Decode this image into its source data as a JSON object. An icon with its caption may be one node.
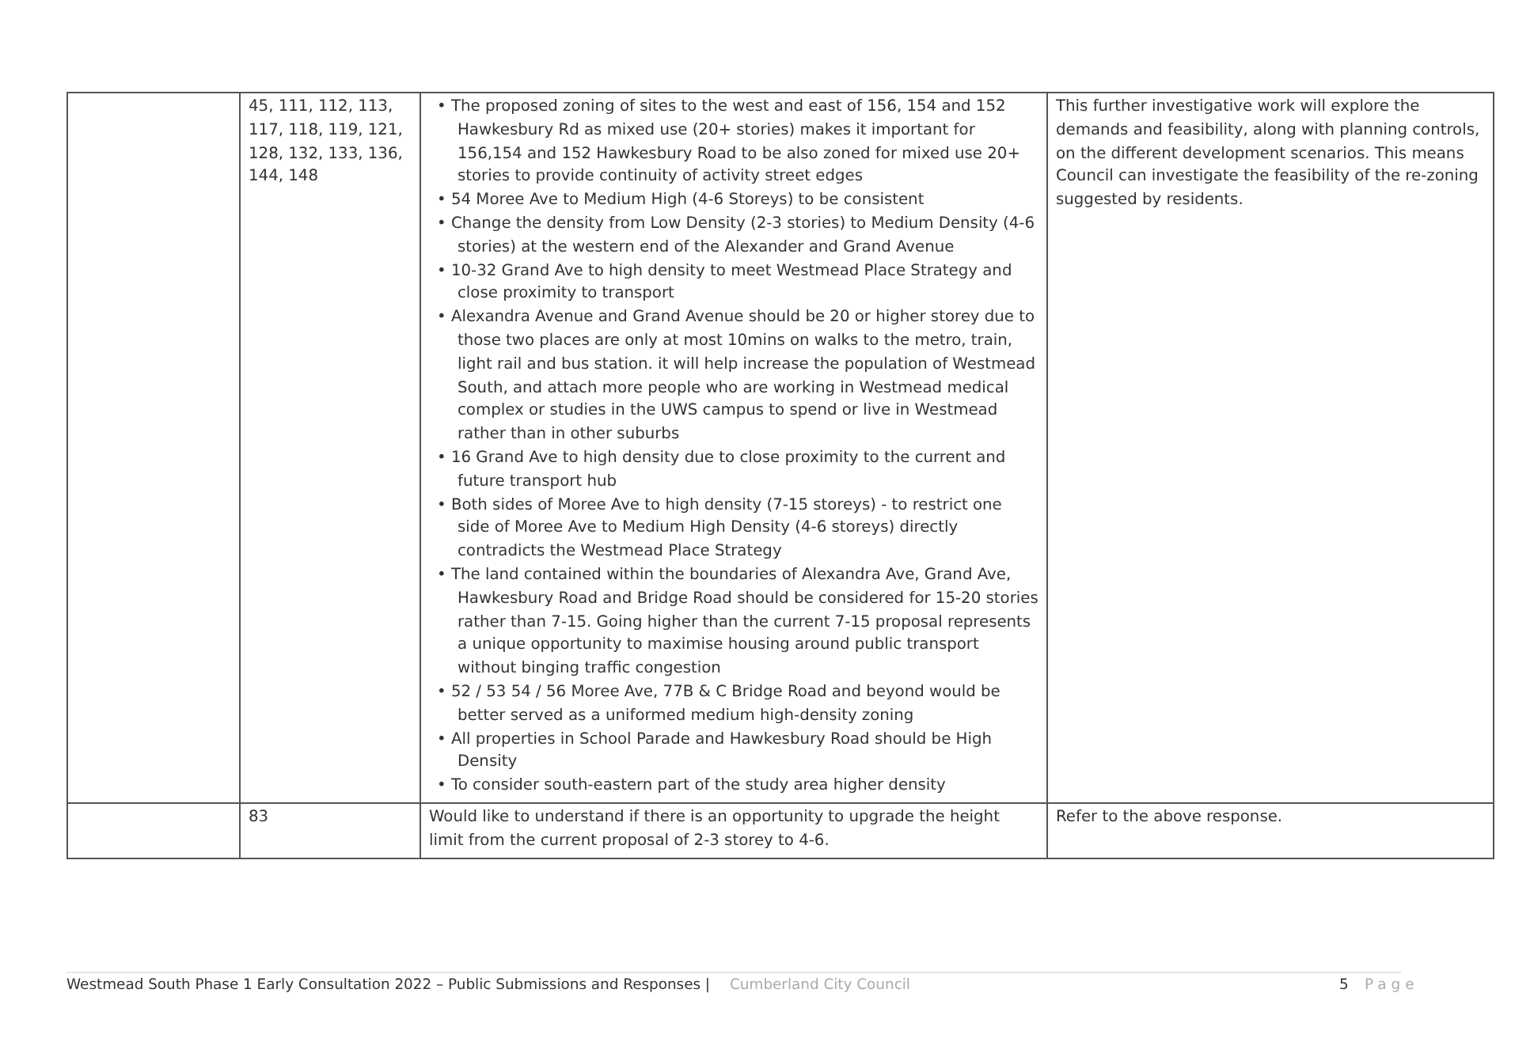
{
  "diagram": {
    "labels": [
      "45, 111, 112, 113, 117, 118, 119, 121, 128, 132, 133, 136, 144, 148",
      "• The proposed zoning of sites to the west and east of 156, 154 and 152 Hawkesbury Rd as mixed use (20+ stories) makes it important for 156,154 and 152 Hawkesbury Road to be also zoned for mixed use 20+ stories to provide continuity of activity street edges",
      "• 54 Moree Ave to Medium High (4-6 Storeys) to be consistent",
      "• Change the density from Low Density (2-3 stories) to Medium Density (4-6 stories) at the western end of the Alexander and Grand Avenue",
      "• 10-32 Grand Ave to high density to meet Westmead Place Strategy and close proximity to transport",
      "• Alexandra Avenue and Grand Avenue should be 20 or higher storey due to those two places are only at most 10mins on walks to the metro, train, light rail and bus station. it will help increase the population of Westmead South, and attach more people who are working in Westmead medical complex or studies in the UWS campus to spend or live in Westmead rather than in other suburbs",
      "• 16 Grand Ave to high density due to close proximity to the current and future transport hub",
      "• Both sides of Moree Ave to high density (7-15 storeys) - to restrict one side of Moree Ave to Medium High Density (4-6 storeys) directly contradicts the Westmead Place Strategy",
      "• The land contained within the boundaries of Alexandra Ave, Grand Ave, Hawkesbury Road and Bridge Road should be considered for 15-20 stories rather than 7-15. Going higher than the current 7-15 proposal represents a unique opportunity to maximise housing around public transport without binging traffic congestion",
      "• 52 / 53 54 / 56 Moree Ave, 77B & C Bridge Road and beyond would be better served as a uniformed medium high-density zoning",
      "• All properties in School Parade and Hawkesbury Road should be High Density",
      "• To consider south-eastern part of the study area higher density",
      "This further investigative work will explore the demands and feasibility, along with planning controls, on the different development scenarios. This means Council can investigate the feasibility of the re-zoning suggested by residents.",
      "83",
      "Would like to understand if there is an opportunity to upgrade the height limit from the current proposal of 2-3 storey to 4-6.",
      "Refer to the above response.",
      "Westmead South Phase 1 Early Consultation 2022 – Public Submissions and Responses |",
      "Cumberland City Council",
      "5",
      "Page"
    ]
  }
}
